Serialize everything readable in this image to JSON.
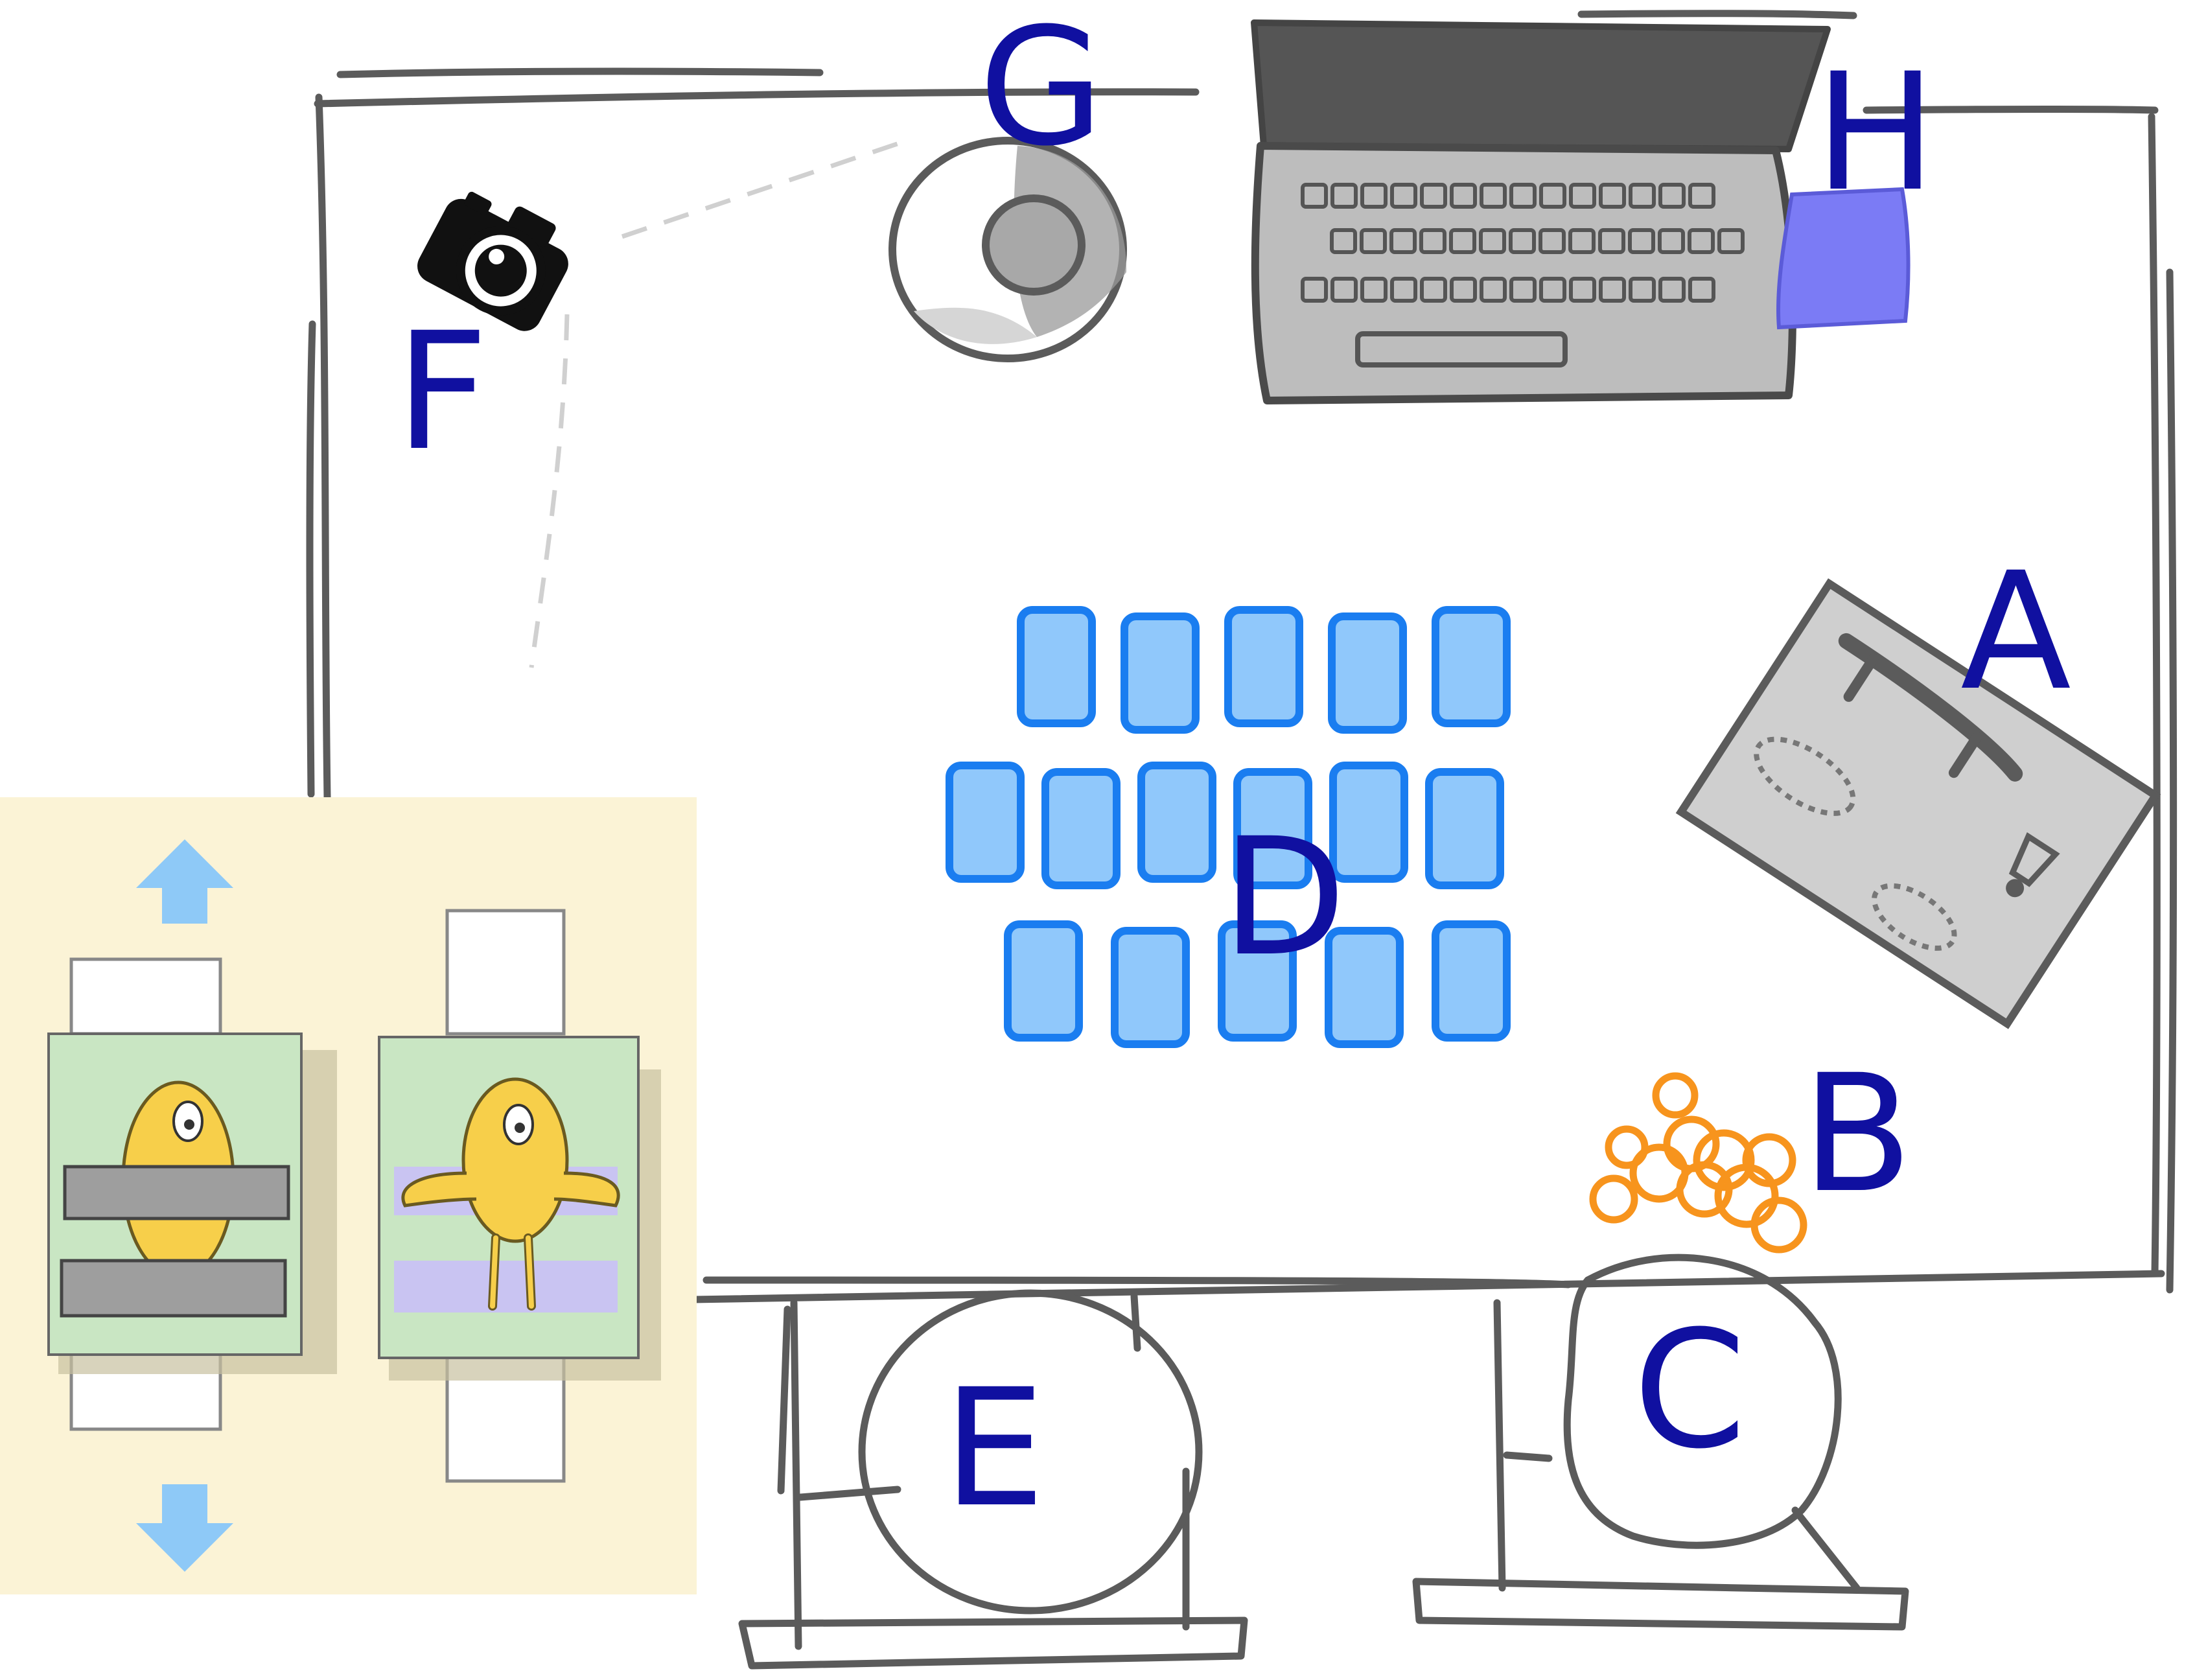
{
  "labels": {
    "A": "A",
    "B": "B",
    "C": "C",
    "D": "D",
    "E": "E",
    "F": "F",
    "G": "G",
    "H": "H"
  },
  "icons": {
    "A": "notepad-with-pen-icon",
    "B": "snack-pile-icon",
    "C": "chair-icon",
    "D": "card-tiles-icon",
    "E": "chair-icon",
    "F": "camera-icon",
    "G": "ring-light-icon",
    "H": "laptop-icon"
  },
  "colors": {
    "label_text": "#1010a0",
    "sketch_stroke": "#5b5b5b",
    "card_fill": "#90c8fb",
    "card_stroke": "#1a7df0",
    "snack": "#f7941d",
    "sticky_note": "#7b7bf5",
    "inset_background": "#fbf3d6",
    "inset_arrow": "#8ec9f7",
    "inset_mat": "#c9e6c3",
    "character": "#f7cf4a"
  },
  "card_rows": [
    5,
    6,
    5
  ]
}
